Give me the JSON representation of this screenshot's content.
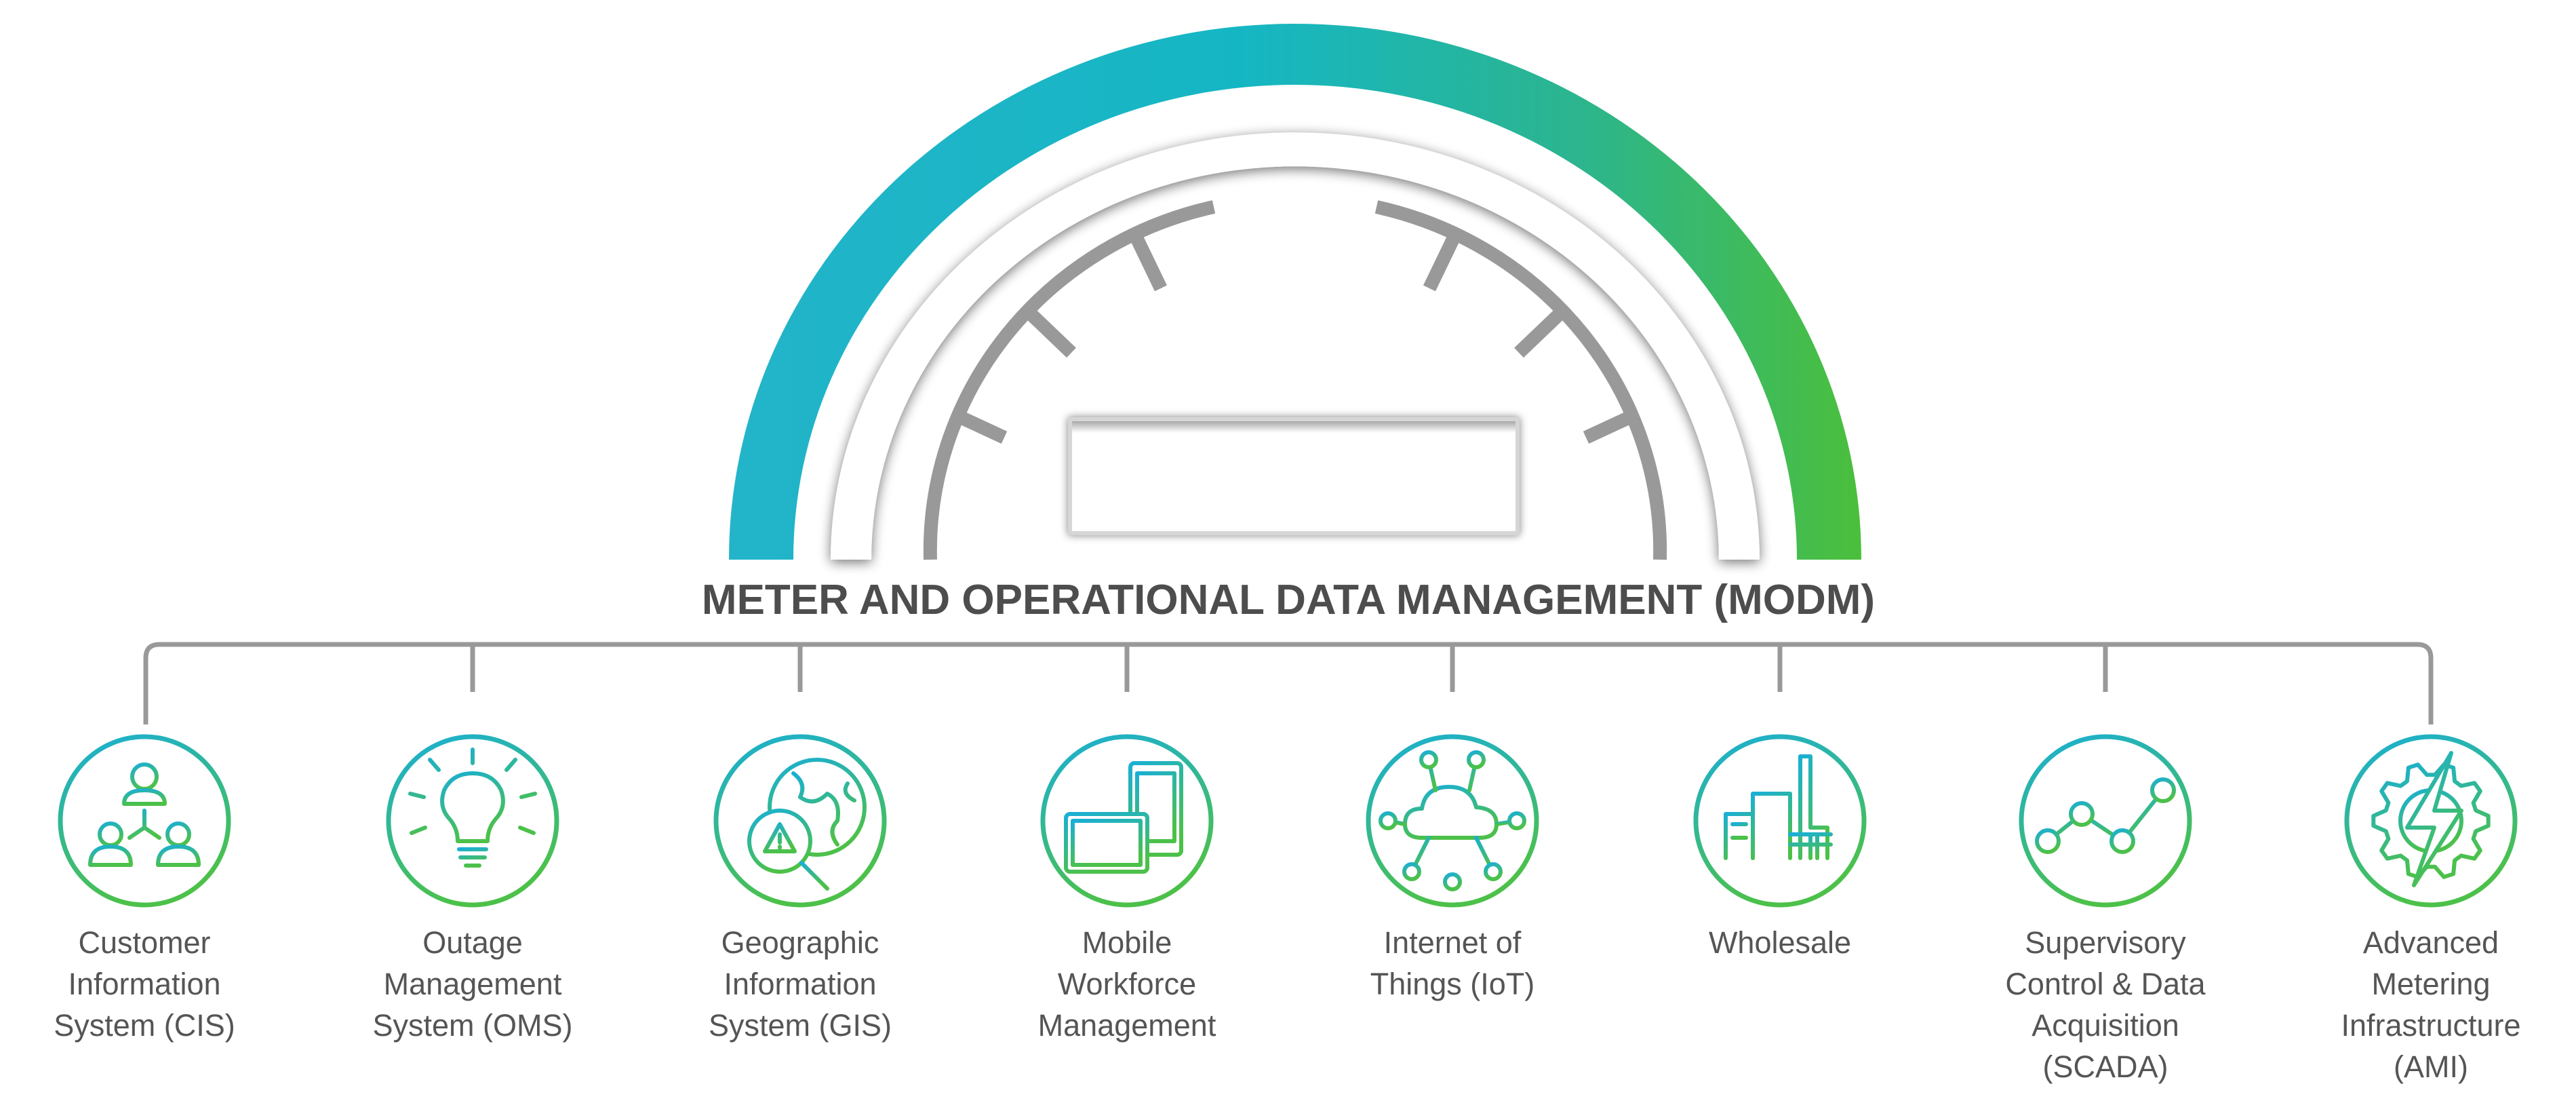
{
  "title": "METER AND OPERATIONAL DATA MANAGEMENT (MODM)",
  "colors": {
    "arc_gradient_start": "#23b4c9",
    "arc_gradient_mid": "#15b6c4",
    "arc_gradient_end": "#4bbf3a",
    "gauge_gray": "#999999",
    "icon_gradient_top": "#1aafd6",
    "icon_gradient_bottom": "#4cc14a",
    "text": "#555555"
  },
  "systems": [
    {
      "icon": "customer-information-icon",
      "label_lines": [
        "Customer",
        "Information",
        "System (CIS)"
      ]
    },
    {
      "icon": "lightbulb-icon",
      "label_lines": [
        "Outage",
        "Management",
        "System (OMS)"
      ]
    },
    {
      "icon": "globe-search-icon",
      "label_lines": [
        "Geographic",
        "Information",
        "System (GIS)"
      ]
    },
    {
      "icon": "mobile-devices-icon",
      "label_lines": [
        "Mobile",
        "Workforce",
        "Management"
      ]
    },
    {
      "icon": "cloud-network-icon",
      "label_lines": [
        "Internet of",
        "Things (IoT)"
      ]
    },
    {
      "icon": "factory-icon",
      "label_lines": [
        "Wholesale"
      ]
    },
    {
      "icon": "line-graph-icon",
      "label_lines": [
        "Supervisory",
        "Control & Data",
        "Acquisition",
        "(SCADA)"
      ]
    },
    {
      "icon": "gear-lightning-icon",
      "label_lines": [
        "Advanced",
        "Metering",
        "Infrastructure",
        "(AMI)"
      ]
    }
  ]
}
